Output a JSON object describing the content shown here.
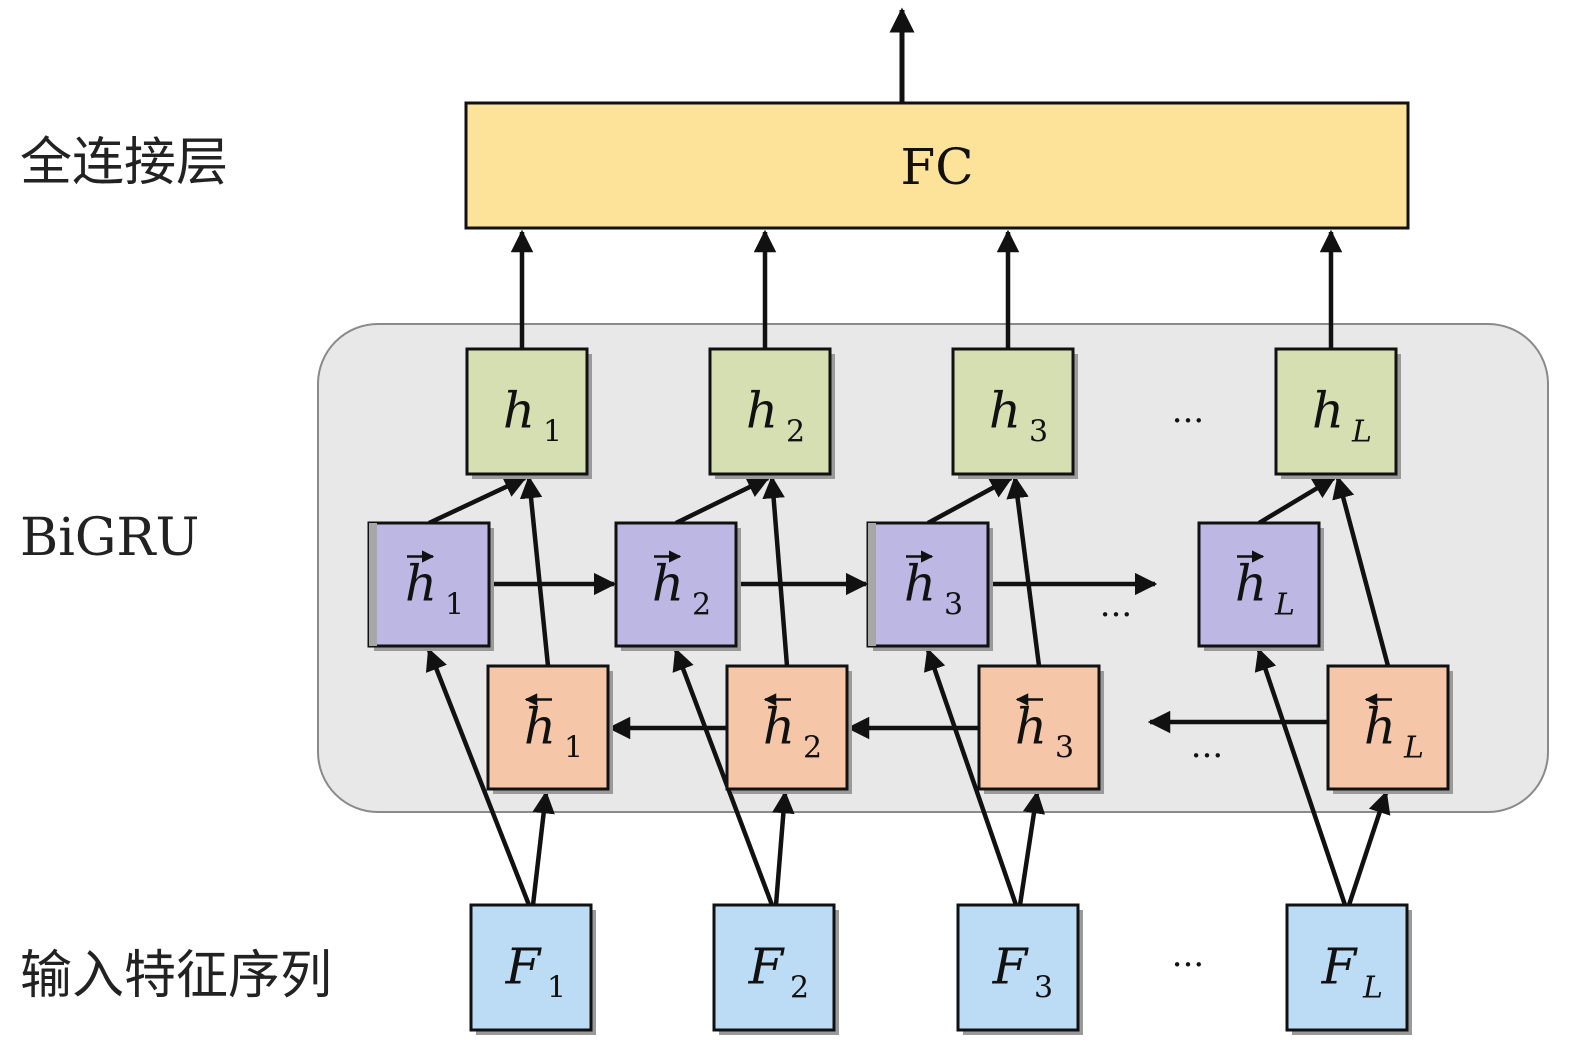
{
  "labels": {
    "fc_layer": "全连接层",
    "bigru_layer": "BiGRU",
    "input_layer": "输入特征序列"
  },
  "fc": {
    "label": "FC"
  },
  "outputs": [
    {
      "base": "h",
      "sub": "1"
    },
    {
      "base": "h",
      "sub": "2"
    },
    {
      "base": "h",
      "sub": "3"
    },
    {
      "base": "h",
      "sub": "L"
    }
  ],
  "forward": [
    {
      "base": "h",
      "sub": "1"
    },
    {
      "base": "h",
      "sub": "2"
    },
    {
      "base": "h",
      "sub": "3"
    },
    {
      "base": "h",
      "sub": "L"
    }
  ],
  "backward": [
    {
      "base": "h",
      "sub": "1"
    },
    {
      "base": "h",
      "sub": "2"
    },
    {
      "base": "h",
      "sub": "3"
    },
    {
      "base": "h",
      "sub": "L"
    }
  ],
  "inputs": [
    {
      "base": "F",
      "sub": "1"
    },
    {
      "base": "F",
      "sub": "2"
    },
    {
      "base": "F",
      "sub": "3"
    },
    {
      "base": "F",
      "sub": "L"
    }
  ],
  "ellipsis": "···",
  "colors": {
    "fc_fill": "#fde39a",
    "output_fill": "#d6dfb2",
    "forward_fill": "#bcb7e3",
    "backward_fill": "#f5c7a8",
    "input_fill": "#bcdcf6",
    "container_fill": "#e8e8e8",
    "shadow": "#9a9a9a",
    "stroke": "#111111"
  }
}
